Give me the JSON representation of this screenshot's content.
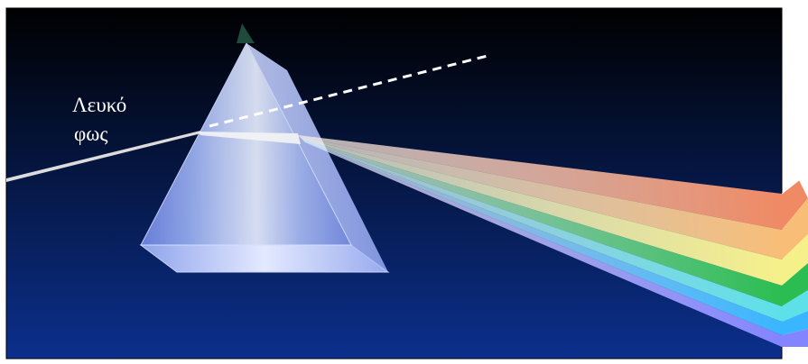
{
  "label": {
    "line1": "Λευκό",
    "line2": "φως"
  },
  "colors": {
    "background_top": "#000000",
    "background_bottom": "#0b2f8c",
    "white_light": "#dddddd",
    "prism": "#b9c8f6",
    "prism_tip": "#1f4a3c",
    "spectrum": [
      "#f0906a",
      "#f8c07a",
      "#f8f08c",
      "#2fbf55",
      "#5fe0e6",
      "#38b8ff",
      "#8080ff"
    ]
  },
  "spectrum_bands": [
    "red",
    "orange",
    "yellow",
    "green",
    "cyan",
    "blue",
    "violet"
  ]
}
